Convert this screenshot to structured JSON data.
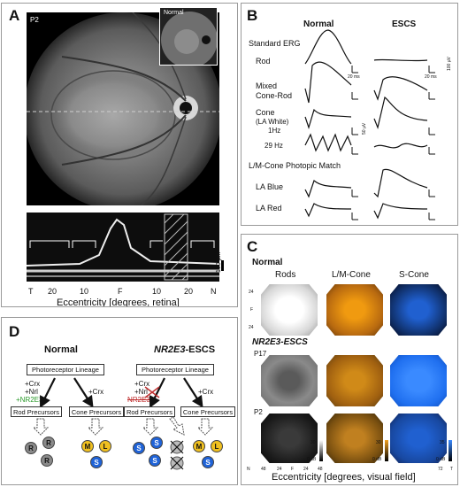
{
  "panel_a": {
    "label": "A",
    "patient": "P2",
    "inset": "Normal",
    "scale": "100 µm",
    "xlabel": "Eccentricity [degrees, retina]",
    "ticks": [
      "T",
      "20",
      "10",
      "F",
      "10",
      "20",
      "N"
    ]
  },
  "panel_b": {
    "label": "B",
    "col_normal": "Normal",
    "col_escs": "ESCS",
    "rows": {
      "standard": "Standard ERG",
      "rod": "Rod",
      "mixed1": "Mixed",
      "mixed2": "Cone-Rod",
      "cone": "Cone",
      "la_white": "(LA White)",
      "hz1": "1Hz",
      "hz29": "29 Hz",
      "match": "L/M-Cone Photopic Match",
      "la_blue": "LA Blue",
      "la_red": "LA Red"
    },
    "scale": {
      "ms20": "20 ms",
      "uv100": "100 µV",
      "uv50": "50 µV"
    }
  },
  "panel_c": {
    "label": "C",
    "normal": "Normal",
    "disease": "NR2E3-ESCS",
    "cols": [
      "Rods",
      "L/M-Cone",
      "S-Cone"
    ],
    "p17": "P17",
    "p2": "P2",
    "xlabel": "Eccentricity [degrees, visual field]",
    "xticks": [
      "N",
      "48",
      "24",
      "F",
      "24",
      "48",
      "72",
      "T"
    ],
    "yticks": [
      "24",
      "F",
      "24"
    ],
    "cb": [
      "30",
      "0 dB",
      "30",
      "0 dB",
      "35",
      "0 dB"
    ]
  },
  "panel_d": {
    "label": "D",
    "normal_title": "Normal",
    "disease_gene": "NR2E3",
    "disease_suffix": "-ESCS",
    "lineage": "Photoreceptor Lineage",
    "factors_l": [
      "+Crx",
      "+Nrl",
      "+NR2E3"
    ],
    "factors_r": "+Crx",
    "factors_dl": [
      "+Crx",
      "+Nrl",
      "NR2E3"
    ],
    "rod_prec": "Rod Precursors",
    "cone_prec": "Cone Precursors",
    "r": "R",
    "m": "M",
    "l": "L",
    "s": "S"
  },
  "colors": {
    "orange": "#d08a18",
    "blue": "#1f63d8",
    "green": "#2a9a2a",
    "red": "#c03030"
  }
}
